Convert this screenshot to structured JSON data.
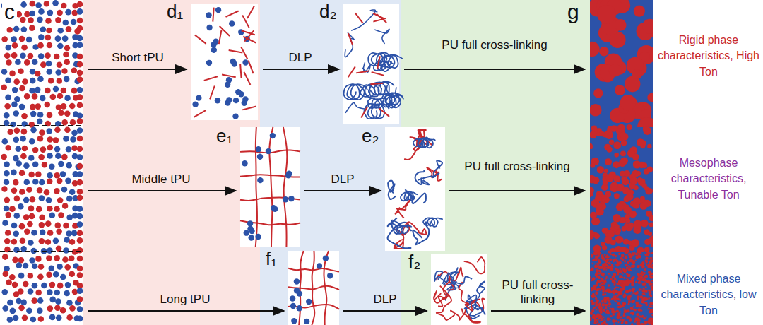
{
  "diagram": {
    "labels": [
      "c",
      "d₁",
      "d₂",
      "g",
      "Short tPU",
      "DLP",
      "PU full cross-linking",
      "Rigid phase characteristics, High Ton",
      "e₁",
      "e₂",
      "Middle tPU",
      "DLP",
      "PU full cross-linking",
      "Mesophase characteristics, Tunable Ton",
      "f₁",
      "f₂",
      "Long tPU",
      "DLP",
      "PU full cross-linking",
      "Mixed phase characteristics, low Ton"
    ]
  }
}
